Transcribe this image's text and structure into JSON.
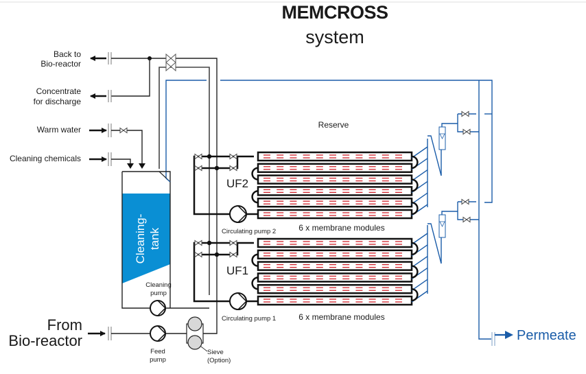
{
  "title": {
    "main": "MEMCROSS",
    "sub": "system"
  },
  "inputs_outputs": {
    "back_to_bioreactor": [
      "Back to",
      "Bio-reactor"
    ],
    "concentrate": [
      "Concentrate",
      "for discharge"
    ],
    "warm_water": "Warm water",
    "cleaning_chemicals": "Cleaning chemicals",
    "from_bioreactor": [
      "From",
      "Bio-reactor"
    ],
    "permeate": "Permeate"
  },
  "tank": {
    "label": [
      "Cleaning-",
      "tank"
    ]
  },
  "pumps": {
    "cleaning": [
      "Cleaning",
      "pump"
    ],
    "feed": [
      "Feed",
      "pump"
    ],
    "circulating_1": "Circulating pump 1",
    "circulating_2": "Circulating pump 2"
  },
  "sieve": [
    "Sieve",
    "(Option)"
  ],
  "units": {
    "uf1": "UF1",
    "uf2": "UF2",
    "reserve": "Reserve",
    "modules_uf1": "6 x membrane modules",
    "modules_uf2": "6 x membrane modules"
  },
  "colors": {
    "water": "#0a8fd4",
    "permeate_line": "#1a5ca8",
    "membrane_dash": "#d0202a",
    "pipe": "#111111"
  }
}
